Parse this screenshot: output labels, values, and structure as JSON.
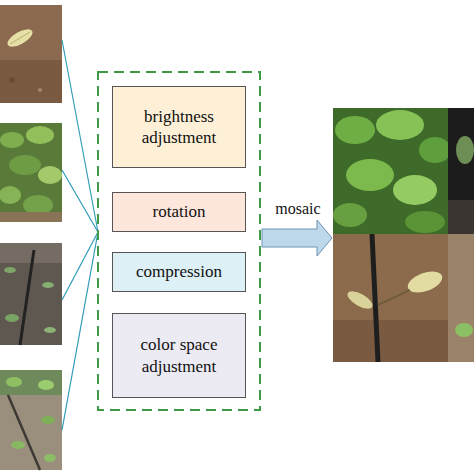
{
  "diagram": {
    "nodes": [
      {
        "text": [
          "brightness adjustment"
        ]
      },
      {
        "text": [
          "rotation"
        ]
      },
      {
        "text": [
          "compression"
        ]
      },
      {
        "text": [
          "color space adjustment"
        ]
      }
    ],
    "labels": [
      "mosaic"
    ]
  }
}
